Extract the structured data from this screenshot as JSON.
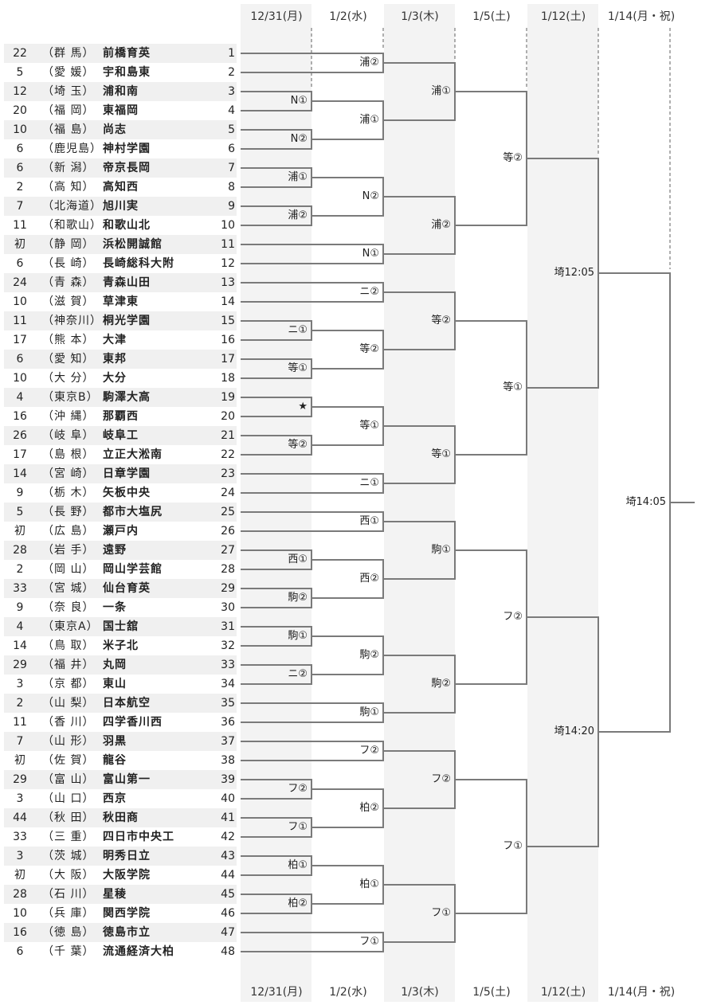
{
  "dates": [
    "12/31(月)",
    "1/2(水)",
    "1/3(木)",
    "1/5(土)",
    "1/12(土)",
    "1/14(月・祝)"
  ],
  "teams": [
    {
      "no": 1,
      "count": "22",
      "pref": "（群 馬）",
      "school": "前橋育英"
    },
    {
      "no": 2,
      "count": "5",
      "pref": "（愛 媛）",
      "school": "宇和島東"
    },
    {
      "no": 3,
      "count": "12",
      "pref": "（埼 玉）",
      "school": "浦和南"
    },
    {
      "no": 4,
      "count": "20",
      "pref": "（福 岡）",
      "school": "東福岡"
    },
    {
      "no": 5,
      "count": "10",
      "pref": "（福 島）",
      "school": "尚志"
    },
    {
      "no": 6,
      "count": "6",
      "pref": "（鹿児島）",
      "school": "神村学園"
    },
    {
      "no": 7,
      "count": "6",
      "pref": "（新 潟）",
      "school": "帝京長岡"
    },
    {
      "no": 8,
      "count": "2",
      "pref": "（高 知）",
      "school": "高知西"
    },
    {
      "no": 9,
      "count": "7",
      "pref": "（北海道）",
      "school": "旭川実"
    },
    {
      "no": 10,
      "count": "11",
      "pref": "（和歌山）",
      "school": "和歌山北"
    },
    {
      "no": 11,
      "count": "初",
      "pref": "（静 岡）",
      "school": "浜松開誠館"
    },
    {
      "no": 12,
      "count": "6",
      "pref": "（長 崎）",
      "school": "長崎総科大附"
    },
    {
      "no": 13,
      "count": "24",
      "pref": "（青 森）",
      "school": "青森山田"
    },
    {
      "no": 14,
      "count": "10",
      "pref": "（滋 賀）",
      "school": "草津東"
    },
    {
      "no": 15,
      "count": "11",
      "pref": "（神奈川）",
      "school": "桐光学園"
    },
    {
      "no": 16,
      "count": "17",
      "pref": "（熊 本）",
      "school": "大津"
    },
    {
      "no": 17,
      "count": "6",
      "pref": "（愛 知）",
      "school": "東邦"
    },
    {
      "no": 18,
      "count": "10",
      "pref": "（大 分）",
      "school": "大分"
    },
    {
      "no": 19,
      "count": "4",
      "pref": "（東京B）",
      "school": "駒澤大高"
    },
    {
      "no": 20,
      "count": "16",
      "pref": "（沖 縄）",
      "school": "那覇西"
    },
    {
      "no": 21,
      "count": "26",
      "pref": "（岐 阜）",
      "school": "岐阜工"
    },
    {
      "no": 22,
      "count": "17",
      "pref": "（島 根）",
      "school": "立正大淞南"
    },
    {
      "no": 23,
      "count": "14",
      "pref": "（宮 崎）",
      "school": "日章学園"
    },
    {
      "no": 24,
      "count": "9",
      "pref": "（栃 木）",
      "school": "矢板中央"
    },
    {
      "no": 25,
      "count": "5",
      "pref": "（長 野）",
      "school": "都市大塩尻"
    },
    {
      "no": 26,
      "count": "初",
      "pref": "（広 島）",
      "school": "瀬戸内"
    },
    {
      "no": 27,
      "count": "28",
      "pref": "（岩 手）",
      "school": "遠野"
    },
    {
      "no": 28,
      "count": "2",
      "pref": "（岡 山）",
      "school": "岡山学芸館"
    },
    {
      "no": 29,
      "count": "33",
      "pref": "（宮 城）",
      "school": "仙台育英"
    },
    {
      "no": 30,
      "count": "9",
      "pref": "（奈 良）",
      "school": "一条"
    },
    {
      "no": 31,
      "count": "4",
      "pref": "（東京A）",
      "school": "国士舘"
    },
    {
      "no": 32,
      "count": "14",
      "pref": "（鳥 取）",
      "school": "米子北"
    },
    {
      "no": 33,
      "count": "29",
      "pref": "（福 井）",
      "school": "丸岡"
    },
    {
      "no": 34,
      "count": "3",
      "pref": "（京 都）",
      "school": "東山"
    },
    {
      "no": 35,
      "count": "2",
      "pref": "（山 梨）",
      "school": "日本航空"
    },
    {
      "no": 36,
      "count": "11",
      "pref": "（香 川）",
      "school": "四学香川西"
    },
    {
      "no": 37,
      "count": "7",
      "pref": "（山 形）",
      "school": "羽黒"
    },
    {
      "no": 38,
      "count": "初",
      "pref": "（佐 賀）",
      "school": "龍谷"
    },
    {
      "no": 39,
      "count": "29",
      "pref": "（富 山）",
      "school": "富山第一"
    },
    {
      "no": 40,
      "count": "3",
      "pref": "（山 口）",
      "school": "西京"
    },
    {
      "no": 41,
      "count": "44",
      "pref": "（秋 田）",
      "school": "秋田商"
    },
    {
      "no": 42,
      "count": "33",
      "pref": "（三 重）",
      "school": "四日市中央工"
    },
    {
      "no": 43,
      "count": "3",
      "pref": "（茨 城）",
      "school": "明秀日立"
    },
    {
      "no": 44,
      "count": "初",
      "pref": "（大 阪）",
      "school": "大阪学院"
    },
    {
      "no": 45,
      "count": "28",
      "pref": "（石 川）",
      "school": "星稜"
    },
    {
      "no": 46,
      "count": "10",
      "pref": "（兵 庫）",
      "school": "関西学院"
    },
    {
      "no": 47,
      "count": "16",
      "pref": "（徳 島）",
      "school": "徳島市立"
    },
    {
      "no": 48,
      "count": "6",
      "pref": "（千 葉）",
      "school": "流通経済大柏"
    }
  ],
  "games": [
    {
      "id": "a1",
      "day": 0,
      "label": "N①",
      "sides": [
        3,
        4
      ]
    },
    {
      "id": "a2",
      "day": 0,
      "label": "N②",
      "sides": [
        5,
        6
      ]
    },
    {
      "id": "a3",
      "day": 0,
      "label": "浦①",
      "sides": [
        7,
        8
      ]
    },
    {
      "id": "a4",
      "day": 0,
      "label": "浦②",
      "sides": [
        9,
        10
      ]
    },
    {
      "id": "a5",
      "day": 0,
      "label": "ニ①",
      "sides": [
        15,
        16
      ]
    },
    {
      "id": "a6",
      "day": 0,
      "label": "等①",
      "sides": [
        17,
        18
      ]
    },
    {
      "id": "a7",
      "day": 0,
      "label": "★",
      "sides": [
        19,
        20
      ]
    },
    {
      "id": "a8",
      "day": 0,
      "label": "等②",
      "sides": [
        21,
        22
      ]
    },
    {
      "id": "a9",
      "day": 0,
      "label": "西①",
      "sides": [
        27,
        28
      ]
    },
    {
      "id": "a10",
      "day": 0,
      "label": "駒②",
      "sides": [
        29,
        30
      ]
    },
    {
      "id": "a11",
      "day": 0,
      "label": "駒①",
      "sides": [
        31,
        32
      ]
    },
    {
      "id": "a12",
      "day": 0,
      "label": "ニ②",
      "sides": [
        33,
        34
      ]
    },
    {
      "id": "a13",
      "day": 0,
      "label": "フ②",
      "sides": [
        39,
        40
      ]
    },
    {
      "id": "a14",
      "day": 0,
      "label": "フ①",
      "sides": [
        41,
        42
      ]
    },
    {
      "id": "a15",
      "day": 0,
      "label": "柏①",
      "sides": [
        43,
        44
      ]
    },
    {
      "id": "a16",
      "day": 0,
      "label": "柏②",
      "sides": [
        45,
        46
      ]
    },
    {
      "id": "b1",
      "day": 1,
      "label": "浦②",
      "sides": [
        1,
        2
      ]
    },
    {
      "id": "b2",
      "day": 1,
      "label": "浦①",
      "sides": [
        "a1",
        "a2"
      ]
    },
    {
      "id": "b3",
      "day": 1,
      "label": "N②",
      "sides": [
        "a3",
        "a4"
      ]
    },
    {
      "id": "b4",
      "day": 1,
      "label": "N①",
      "sides": [
        11,
        12
      ]
    },
    {
      "id": "b5",
      "day": 1,
      "label": "ニ②",
      "sides": [
        13,
        14
      ]
    },
    {
      "id": "b6",
      "day": 1,
      "label": "等②",
      "sides": [
        "a5",
        "a6"
      ]
    },
    {
      "id": "b7",
      "day": 1,
      "label": "等①",
      "sides": [
        "a7",
        "a8"
      ]
    },
    {
      "id": "b8",
      "day": 1,
      "label": "ニ①",
      "sides": [
        23,
        24
      ]
    },
    {
      "id": "b9",
      "day": 1,
      "label": "西①",
      "sides": [
        25,
        26
      ]
    },
    {
      "id": "b10",
      "day": 1,
      "label": "西②",
      "sides": [
        "a9",
        "a10"
      ]
    },
    {
      "id": "b11",
      "day": 1,
      "label": "駒②",
      "sides": [
        "a11",
        "a12"
      ]
    },
    {
      "id": "b12",
      "day": 1,
      "label": "駒①",
      "sides": [
        35,
        36
      ]
    },
    {
      "id": "b13",
      "day": 1,
      "label": "フ②",
      "sides": [
        37,
        38
      ]
    },
    {
      "id": "b14",
      "day": 1,
      "label": "柏②",
      "sides": [
        "a13",
        "a14"
      ]
    },
    {
      "id": "b15",
      "day": 1,
      "label": "柏①",
      "sides": [
        "a15",
        "a16"
      ]
    },
    {
      "id": "b16",
      "day": 1,
      "label": "フ①",
      "sides": [
        47,
        48
      ]
    },
    {
      "id": "c1",
      "day": 2,
      "label": "浦①",
      "sides": [
        "b1",
        "b2"
      ]
    },
    {
      "id": "c2",
      "day": 2,
      "label": "浦②",
      "sides": [
        "b3",
        "b4"
      ]
    },
    {
      "id": "c3",
      "day": 2,
      "label": "等②",
      "sides": [
        "b5",
        "b6"
      ]
    },
    {
      "id": "c4",
      "day": 2,
      "label": "等①",
      "sides": [
        "b7",
        "b8"
      ]
    },
    {
      "id": "c5",
      "day": 2,
      "label": "駒①",
      "sides": [
        "b9",
        "b10"
      ]
    },
    {
      "id": "c6",
      "day": 2,
      "label": "駒②",
      "sides": [
        "b11",
        "b12"
      ]
    },
    {
      "id": "c7",
      "day": 2,
      "label": "フ②",
      "sides": [
        "b13",
        "b14"
      ]
    },
    {
      "id": "c8",
      "day": 2,
      "label": "フ①",
      "sides": [
        "b15",
        "b16"
      ]
    },
    {
      "id": "d1",
      "day": 3,
      "label": "等②",
      "sides": [
        "c1",
        "c2"
      ]
    },
    {
      "id": "d2",
      "day": 3,
      "label": "等①",
      "sides": [
        "c3",
        "c4"
      ]
    },
    {
      "id": "d3",
      "day": 3,
      "label": "フ②",
      "sides": [
        "c5",
        "c6"
      ]
    },
    {
      "id": "d4",
      "day": 3,
      "label": "フ①",
      "sides": [
        "c7",
        "c8"
      ]
    },
    {
      "id": "e1",
      "day": 4,
      "label": "埼12:05",
      "sides": [
        "d1",
        "d2"
      ]
    },
    {
      "id": "e2",
      "day": 4,
      "label": "埼14:20",
      "sides": [
        "d3",
        "d4"
      ]
    },
    {
      "id": "f1",
      "day": 5,
      "label": "埼14:05",
      "sides": [
        "e1",
        "e2"
      ]
    }
  ],
  "colors": {
    "line": "#7a7a7a",
    "shade": "#f3f3f3",
    "row": "#f0f0f0"
  }
}
